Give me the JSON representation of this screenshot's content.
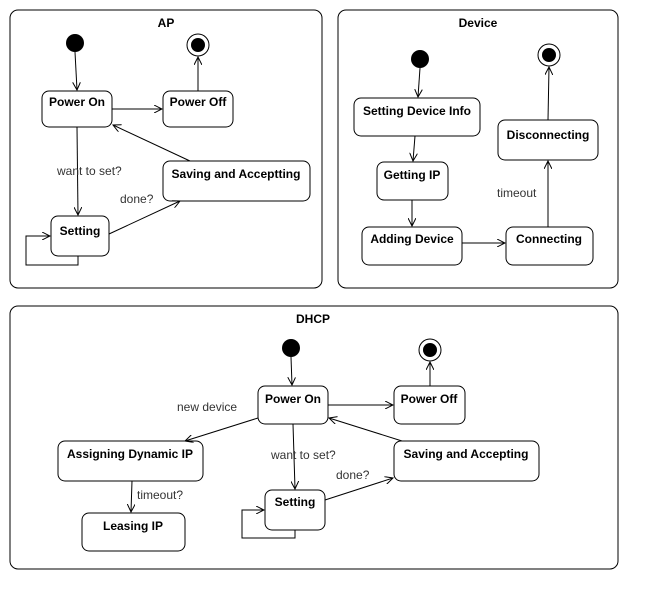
{
  "frames": {
    "ap": {
      "title": "AP",
      "states": {
        "power_on": "Power On",
        "power_off": "Power Off",
        "saving": "Saving and Acceptting",
        "setting": "Setting"
      },
      "labels": {
        "want_to_set": "want to set?",
        "done": "done?"
      }
    },
    "device": {
      "title": "Device",
      "states": {
        "setting_info": "Setting Device Info",
        "getting_ip": "Getting IP",
        "adding": "Adding Device",
        "connecting": "Connecting",
        "disconnecting": "Disconnecting"
      },
      "labels": {
        "timeout": "timeout"
      }
    },
    "dhcp": {
      "title": "DHCP",
      "states": {
        "power_on": "Power On",
        "power_off": "Power Off",
        "assigning": "Assigning Dynamic IP",
        "leasing": "Leasing IP",
        "saving": "Saving and Accepting",
        "setting": "Setting"
      },
      "labels": {
        "new_device": "new device",
        "want_to_set": "want to set?",
        "done": "done?",
        "timeout": "timeout?"
      }
    }
  }
}
